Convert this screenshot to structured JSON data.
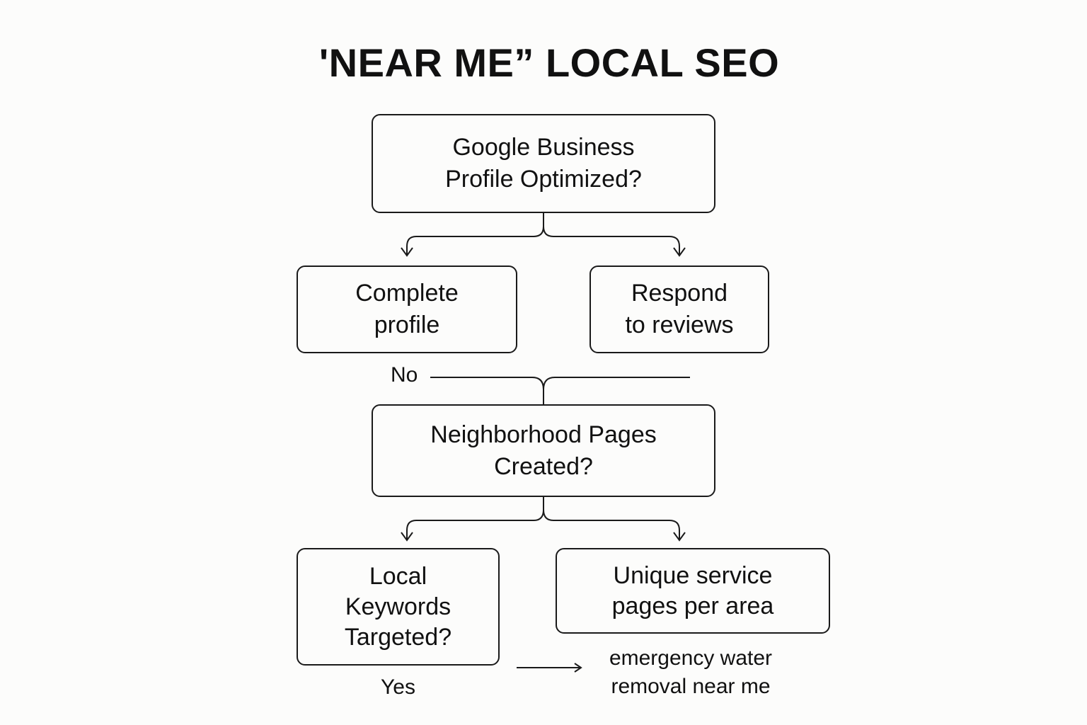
{
  "title": "'NEAR ME” LOCAL SEO",
  "nodes": {
    "gbp": "Google Business\nProfile Optimized?",
    "complete_profile": "Complete\nprofile",
    "respond_reviews": "Respond\nto reviews",
    "neighborhood": "Neighborhood Pages\nCreated?",
    "local_keywords": "Local\nKeywords\nTargeted?",
    "unique_pages": "Unique service\npages per area"
  },
  "labels": {
    "no": "No",
    "yes": "Yes",
    "example_query": "emergency water\nremoval near me"
  }
}
